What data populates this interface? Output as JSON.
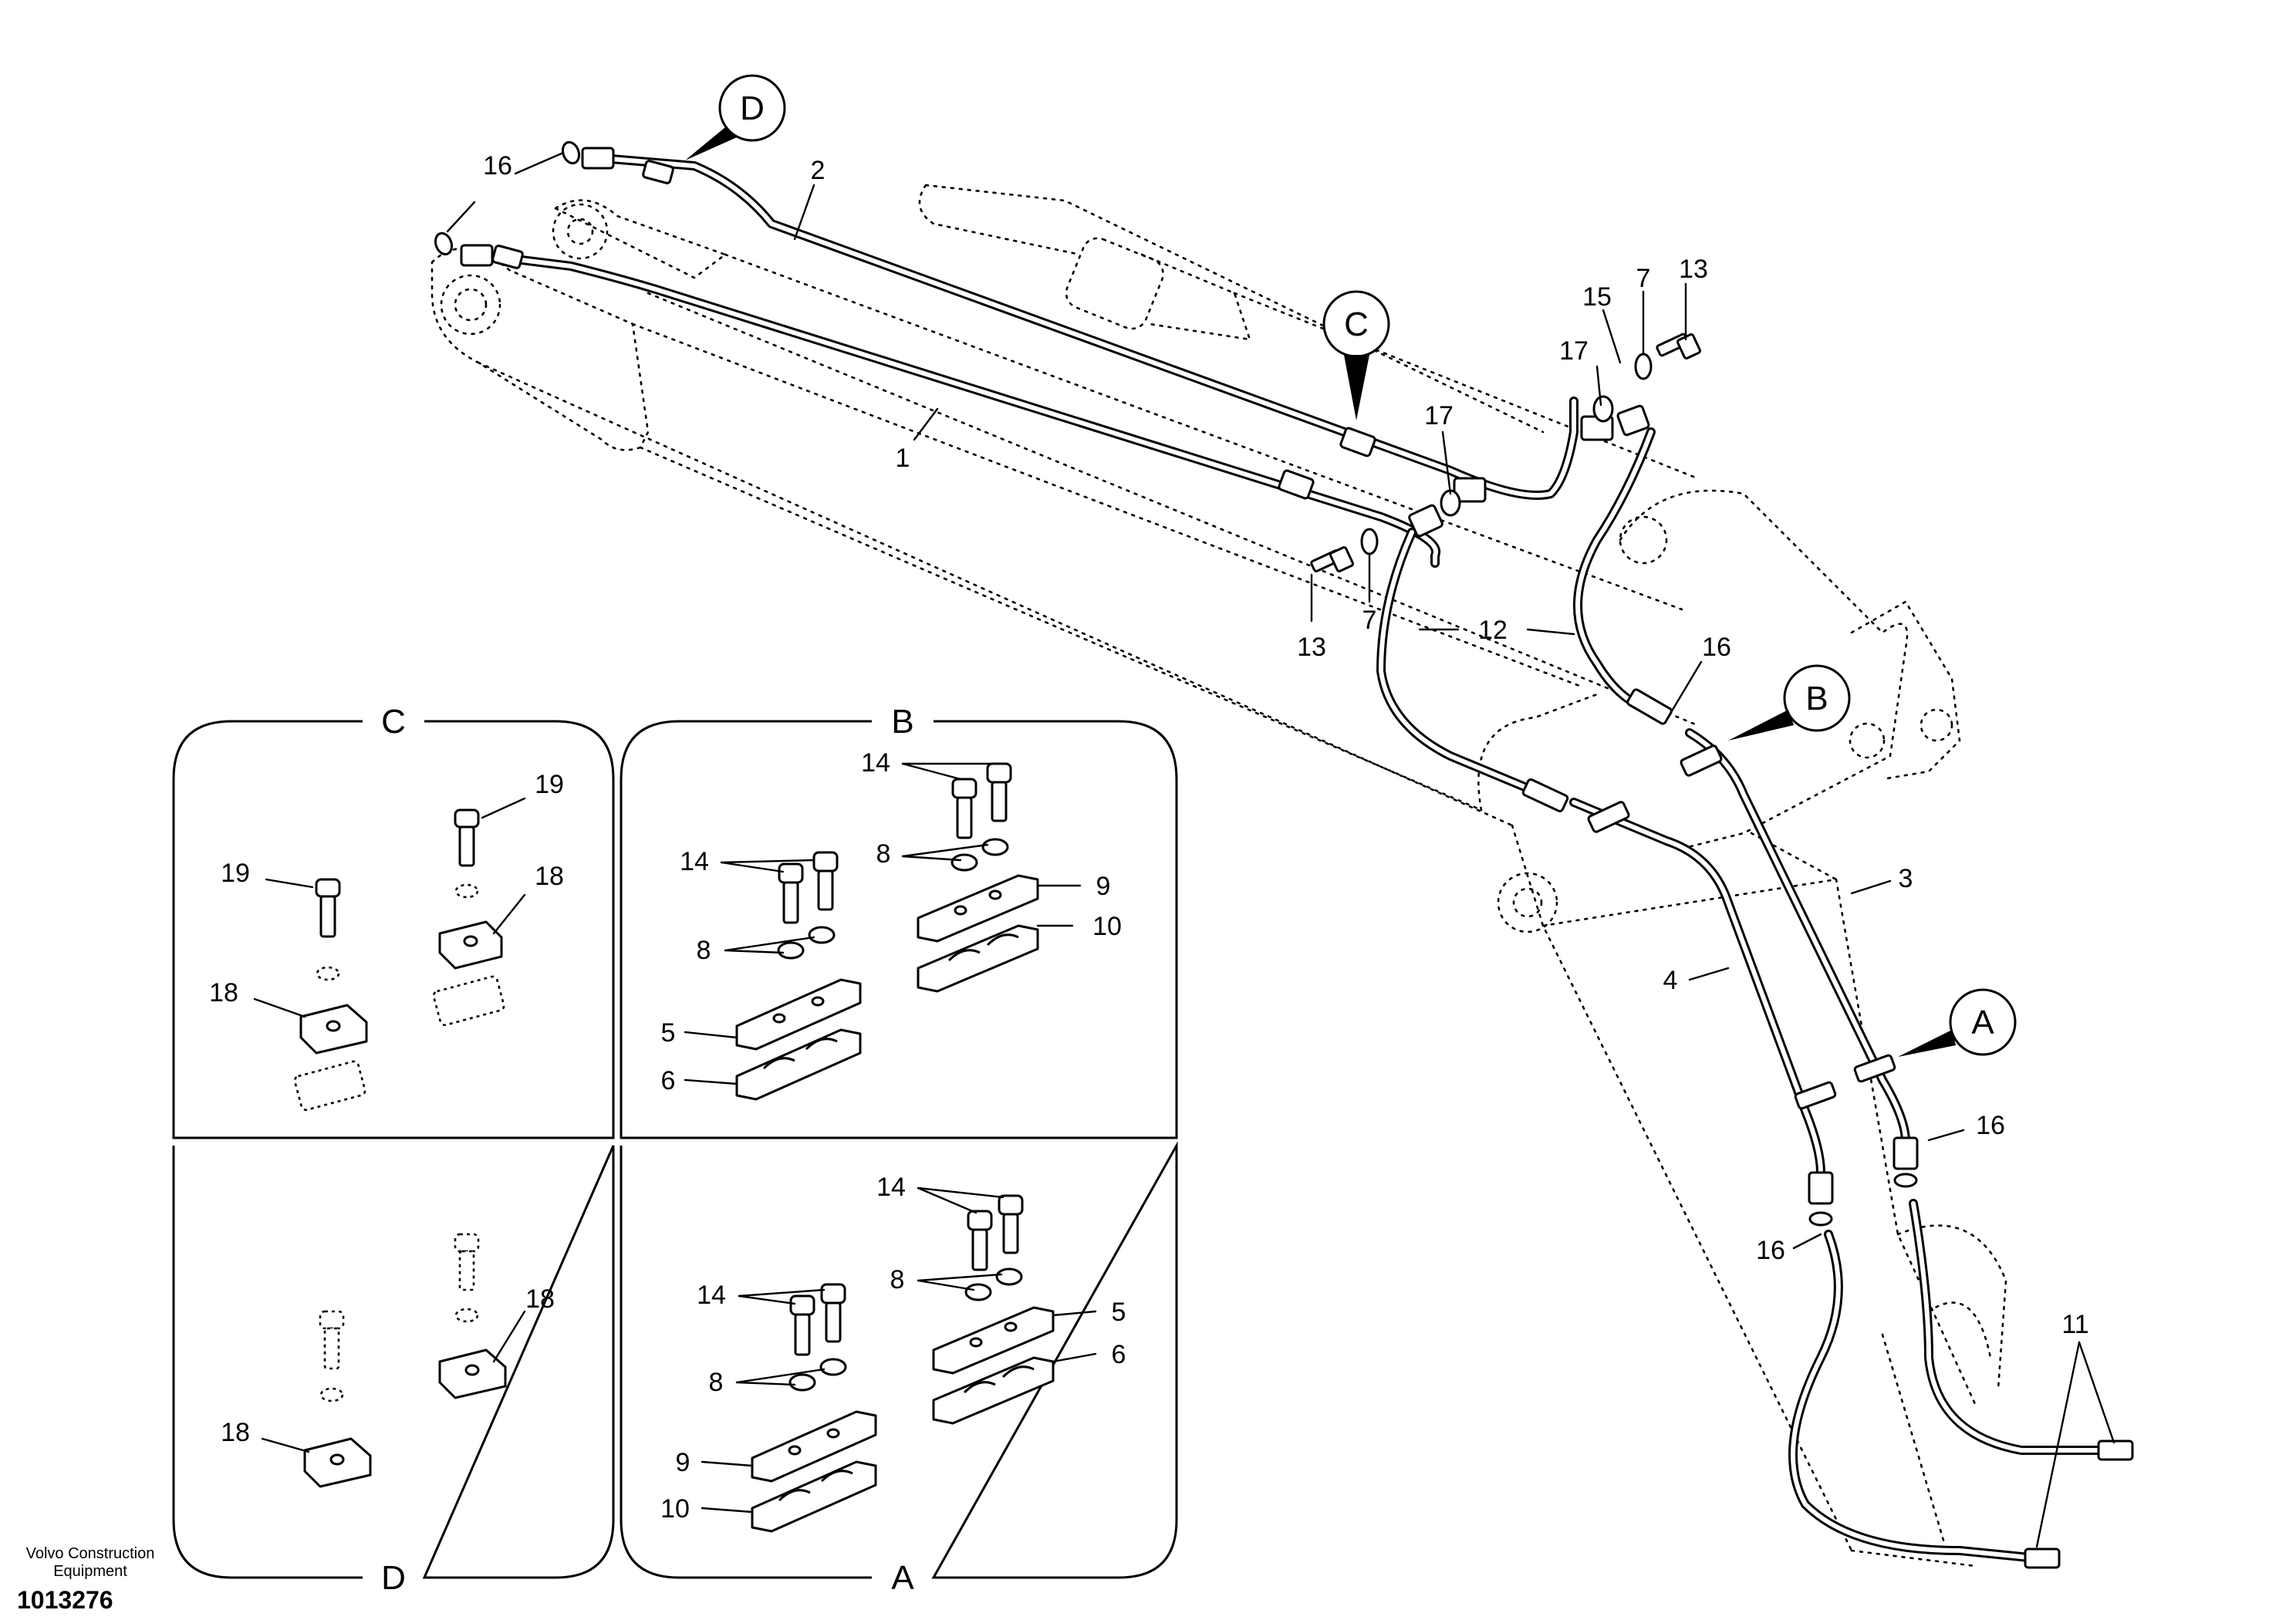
{
  "drawing": {
    "publisher": "Volvo Construction Equipment",
    "publisher_line1": "Volvo Construction",
    "publisher_line2": "Equipment",
    "document_number": "1013276"
  },
  "views": {
    "c": "C",
    "b": "B",
    "d": "D",
    "a": "A"
  },
  "callouts": {
    "a": "A",
    "b": "B",
    "c": "C",
    "d": "D"
  },
  "part_numbers": {
    "p1": "1",
    "p2": "2",
    "p3": "3",
    "p4": "4",
    "p5": "5",
    "p6": "6",
    "p7": "7",
    "p8": "8",
    "p9": "9",
    "p10": "10",
    "p11": "11",
    "p12": "12",
    "p13": "13",
    "p14": "14",
    "p15": "15",
    "p16": "16",
    "p17": "17",
    "p18": "18",
    "p19": "19"
  }
}
